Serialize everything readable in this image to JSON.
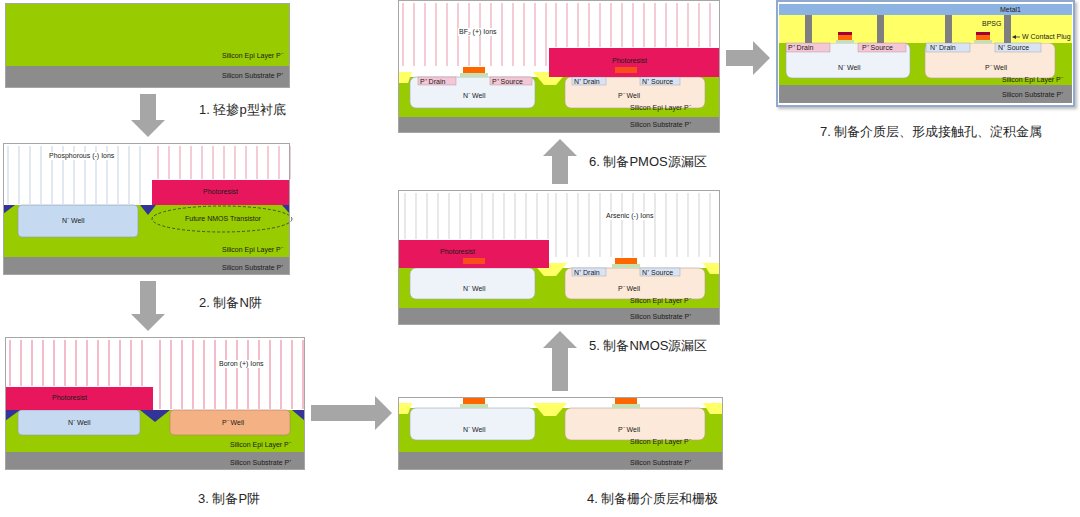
{
  "diagram": {
    "nodes": [
      {
        "text": [
          "1. 轻掺p型衬底"
        ]
      },
      {
        "text": [
          "2. 制备N阱"
        ]
      },
      {
        "text": [
          "3. 制备P阱"
        ]
      },
      {
        "text": [
          "4. 制备栅介质层和栅极"
        ]
      },
      {
        "text": [
          "5. 制备NMOS源漏区"
        ]
      },
      {
        "text": [
          "6. 制备PMOS源漏区"
        ]
      },
      {
        "text": [
          "7. 制备介质层、形成接触孔、淀积金属"
        ]
      }
    ],
    "edges": [
      {
        "from": 0,
        "to": 1,
        "arrow": "to"
      },
      {
        "from": 1,
        "to": 2,
        "arrow": "to"
      },
      {
        "from": 2,
        "to": 3,
        "arrow": "to"
      },
      {
        "from": 3,
        "to": 4,
        "arrow": "to"
      },
      {
        "from": 4,
        "to": 5,
        "arrow": "to"
      },
      {
        "from": 5,
        "to": 6,
        "arrow": "to"
      }
    ],
    "labels": [
      "Silicon Epi Layer P⁻",
      "Silicon Substrate P⁺",
      "Phosphorous (-) Ions",
      "Photoresist",
      "N⁻ Well",
      "Future NMOS Transistor",
      "Silicon Epi Layer P⁻",
      "Silicon Substrate P⁺",
      "Photoresist",
      "Boron (+) Ions",
      "N⁻ Well",
      "P⁻ Well",
      "Silicon Epi Layer P⁻",
      "Silicon Substrate P⁺",
      "N⁻ Well",
      "P⁻ Well",
      "Silicon Epi Layer P⁻",
      "Silicon Substrate P⁺",
      "Arsenic (-) Ions",
      "Photoresist",
      "N⁺ Drain",
      "N⁺ Source",
      "N⁻ Well",
      "P⁻ Well",
      "Silicon Epi Layer P⁻",
      "Silicon Substrate P⁺",
      "BF₂ (+) Ions",
      "Photoresist",
      "P⁺ Drain",
      "P⁺ Source",
      "N⁺ Drain",
      "N⁺ Source",
      "N⁻ Well",
      "P⁻ Well",
      "Silicon Epi Layer P⁻",
      "Silicon Substrate P⁺",
      "Metal1",
      "BPSG",
      "W Contact Plug",
      "P⁺ Drain",
      "P⁺ Source",
      "N⁺ Drain",
      "N⁺ Source",
      "N⁻ Well",
      "P⁻ Well",
      "Silicon Epi Layer P⁻",
      "Silicon Substrate P⁺"
    ]
  }
}
